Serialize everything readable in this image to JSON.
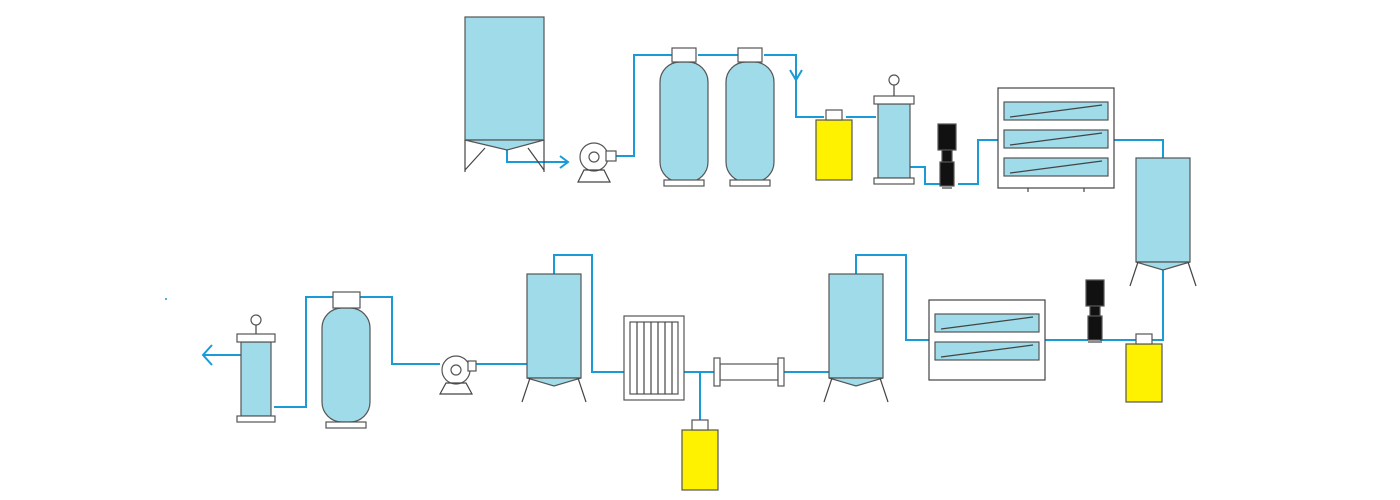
{
  "diagram": {
    "title": "",
    "colors": {
      "vessel": "#9fdbe8",
      "pipe": "#1a9ad6",
      "dosing": "#fff200",
      "motor": "#111111",
      "outline": "#555555",
      "background": "#ffffff"
    },
    "components": [
      {
        "id": "raw-water-tank",
        "icon": "conical-bottom-tank"
      },
      {
        "id": "raw-water-pump",
        "icon": "centrifugal-pump"
      },
      {
        "id": "sand-filter",
        "icon": "pressure-vessel"
      },
      {
        "id": "carbon-filter",
        "icon": "pressure-vessel"
      },
      {
        "id": "antiscalant-dosing-tank",
        "icon": "dosing-tank"
      },
      {
        "id": "security-filter",
        "icon": "cartridge-filter"
      },
      {
        "id": "high-pressure-pump-1",
        "icon": "vertical-multistage-pump"
      },
      {
        "id": "ro-membrane-rack-1",
        "icon": "membrane-rack"
      },
      {
        "id": "intermediate-tank",
        "icon": "conical-bottom-tank"
      },
      {
        "id": "dosing-tank-2",
        "icon": "dosing-tank"
      },
      {
        "id": "high-pressure-pump-2",
        "icon": "vertical-multistage-pump"
      },
      {
        "id": "ro-membrane-rack-2",
        "icon": "membrane-rack"
      },
      {
        "id": "pure-water-tank",
        "icon": "conical-bottom-tank"
      },
      {
        "id": "uv-sterilizer",
        "icon": "tube-sterilizer"
      },
      {
        "id": "edi-module",
        "icon": "plate-stack"
      },
      {
        "id": "dosing-tank-3",
        "icon": "dosing-tank"
      },
      {
        "id": "ultrapure-water-tank",
        "icon": "conical-bottom-tank"
      },
      {
        "id": "delivery-pump",
        "icon": "centrifugal-pump"
      },
      {
        "id": "polishing-mixed-bed",
        "icon": "pressure-vessel"
      },
      {
        "id": "terminal-filter",
        "icon": "cartridge-filter"
      },
      {
        "id": "outlet-arrow",
        "icon": "arrow-left-icon"
      }
    ]
  }
}
